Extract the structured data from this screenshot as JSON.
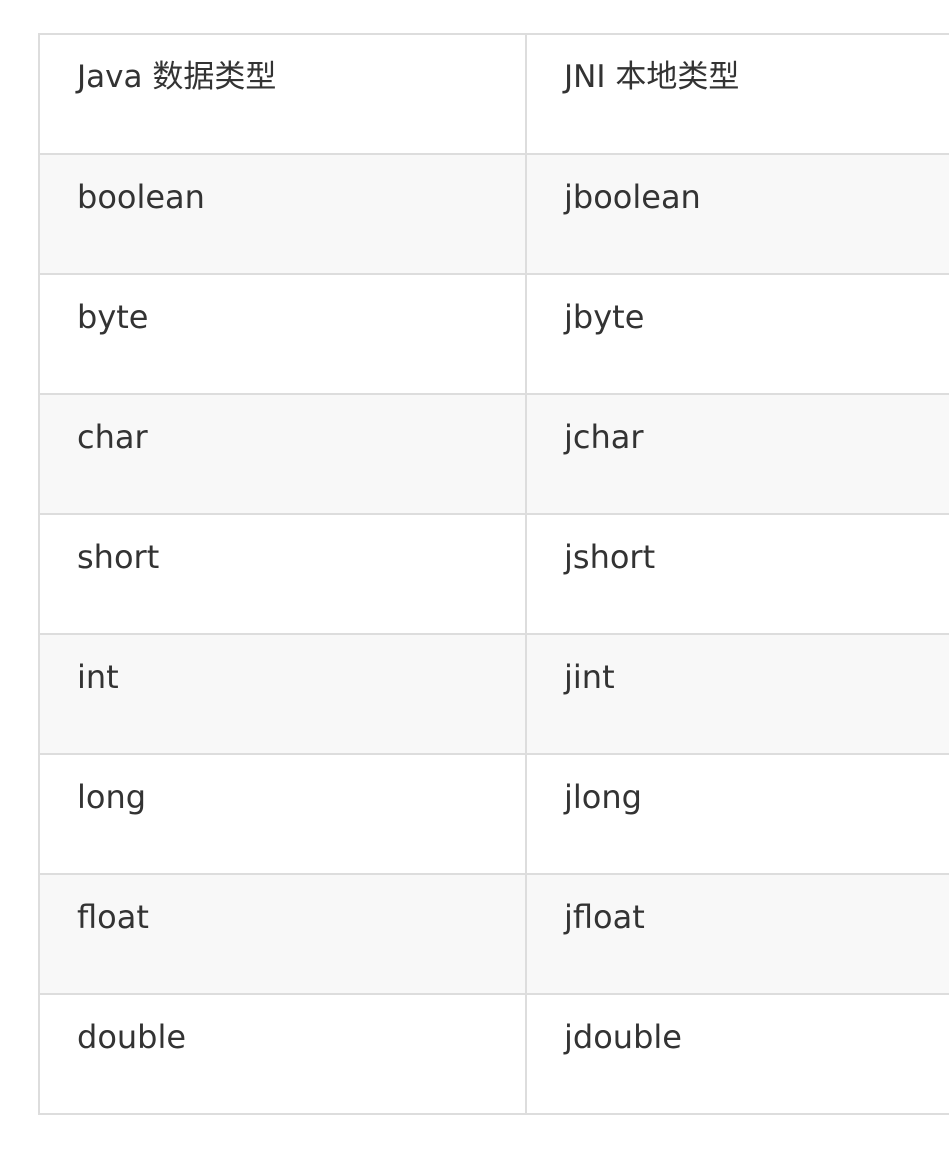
{
  "table": {
    "headers": [
      "Java 数据类型",
      "JNI 本地类型"
    ],
    "rows": [
      [
        "boolean",
        "jboolean"
      ],
      [
        "byte",
        "jbyte"
      ],
      [
        "char",
        "jchar"
      ],
      [
        "short",
        "jshort"
      ],
      [
        "int",
        "jint"
      ],
      [
        "long",
        "jlong"
      ],
      [
        "float",
        "jfloat"
      ],
      [
        "double",
        "jdouble"
      ]
    ]
  },
  "colors": {
    "border": "#dddddd",
    "stripe": "#f8f8f8",
    "text": "#333333"
  }
}
